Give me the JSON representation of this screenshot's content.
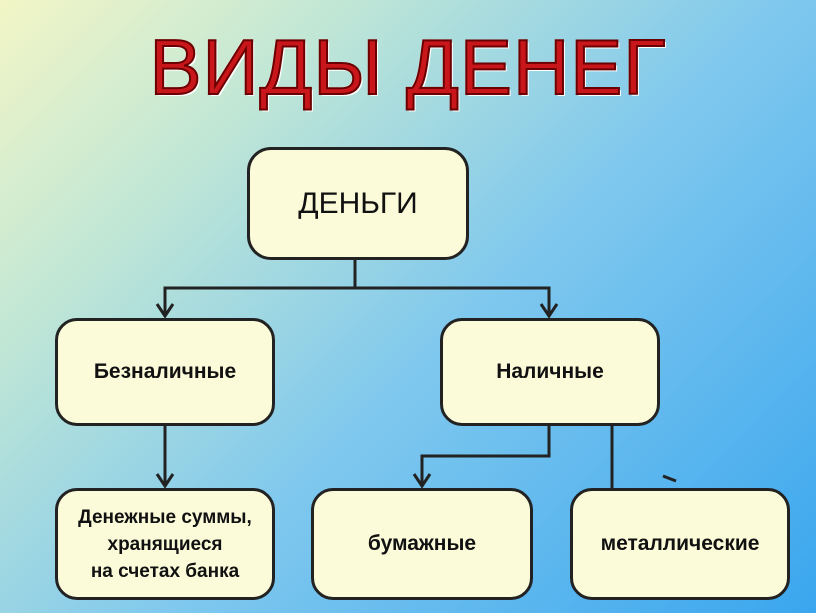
{
  "title": "ВИДЫ ДЕНЕГ",
  "colors": {
    "title": "#c8161b",
    "box_fill": "#fbfbd9",
    "line": "#222222"
  },
  "nodes": {
    "root": "ДЕНЬГИ",
    "noncash": "Безналичные",
    "cash": "Наличные",
    "deposits": "Денежные суммы,\nхранящиеся\nна счетах банка",
    "paper": "бумажные",
    "metal": "металлические"
  },
  "edges": [
    [
      "root",
      "noncash"
    ],
    [
      "root",
      "cash"
    ],
    [
      "noncash",
      "deposits"
    ],
    [
      "cash",
      "paper"
    ],
    [
      "cash",
      "metal"
    ]
  ]
}
